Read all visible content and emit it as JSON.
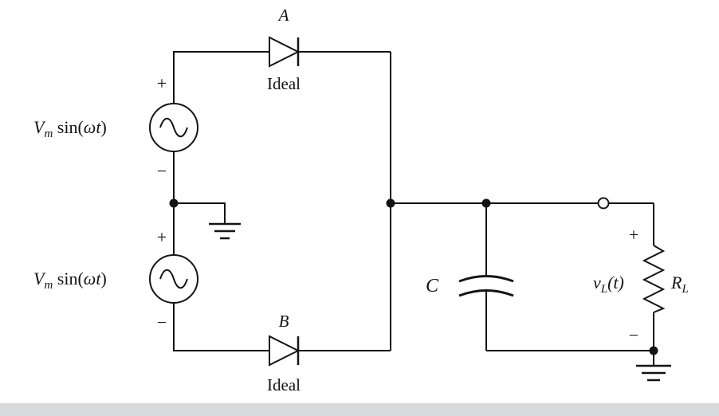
{
  "colors": {
    "ink": "#141414",
    "footer": "#d9dadb"
  },
  "labels": {
    "source_top": {
      "V": "V",
      "sub": "m",
      "sin": " sin(",
      "omega_t": "ωt",
      "close": ")"
    },
    "source_bottom": {
      "V": "V",
      "sub": "m",
      "sin": " sin(",
      "omega_t": "ωt",
      "close": ")"
    },
    "plus_top": "+",
    "minus_top": "−",
    "plus_bottom": "+",
    "minus_bottom": "−",
    "diode_a": {
      "name": "A",
      "type": "Ideal"
    },
    "diode_b": {
      "name": "B",
      "type": "Ideal"
    },
    "capacitor": "C",
    "load_plus": "+",
    "load_minus": "−",
    "vl": {
      "v": "v",
      "sub": "L",
      "paren": "(t)"
    },
    "rl": {
      "R": "R",
      "sub": "L"
    }
  }
}
